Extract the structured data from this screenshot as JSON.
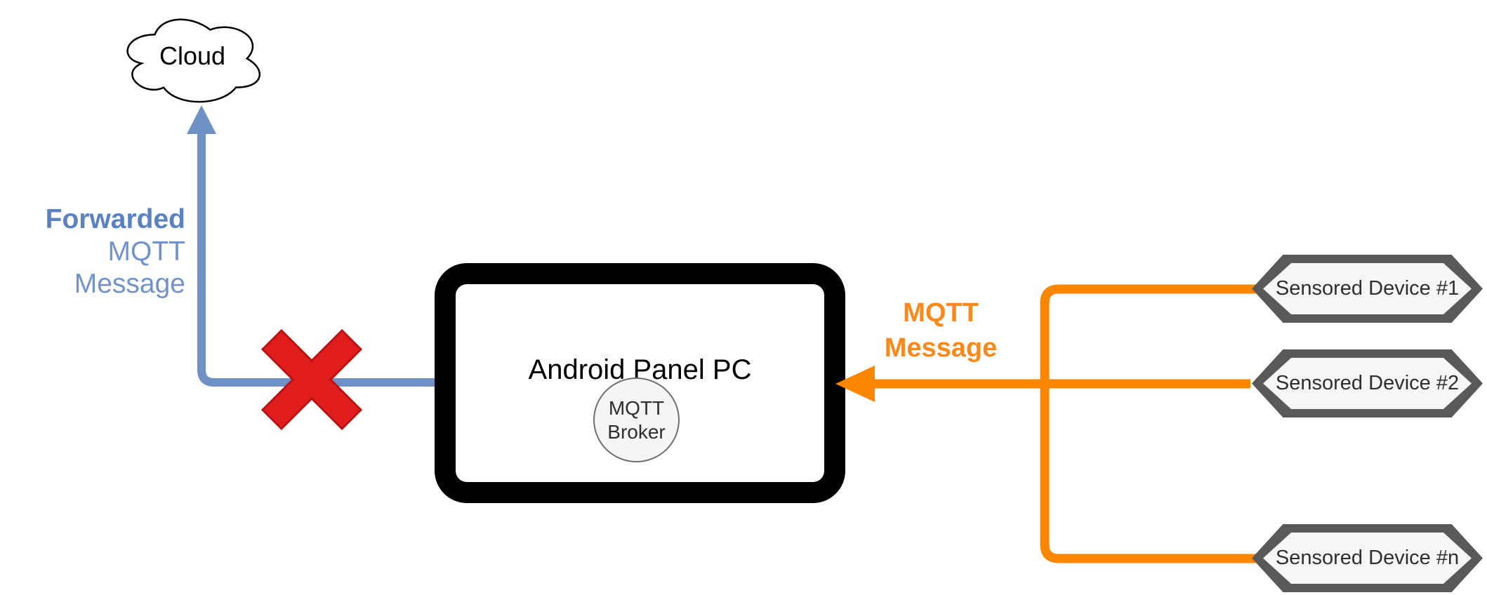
{
  "diagram": {
    "cloud": {
      "label": "Cloud"
    },
    "forwarded_message_label": {
      "line1": "Forwarded",
      "line2": "MQTT",
      "line3": "Message"
    },
    "panel_pc": {
      "title": "Android Panel PC",
      "broker": {
        "line1": "MQTT",
        "line2": "Broker"
      }
    },
    "mqtt_message_label": {
      "line1": "MQTT",
      "line2": "Message"
    },
    "devices": [
      {
        "label": "Sensored Device #1"
      },
      {
        "label": "Sensored Device #2"
      },
      {
        "label": "Sensored Device #n"
      }
    ],
    "colors": {
      "blue_line": "#6f91c5",
      "blue_text": "#7193c9",
      "blue_text_bold": "#5c81bf",
      "orange": "#fb8600",
      "orange_text": "#f8891d",
      "red": "#e11c1c",
      "red_border": "#b91414",
      "node_border": "#595959",
      "node_fill": "#f6f6f6",
      "panel_black": "#000000",
      "broker_fill": "#f5f5f5",
      "broker_border": "#6e6e6e",
      "text_dark": "#2e2e2e"
    }
  }
}
